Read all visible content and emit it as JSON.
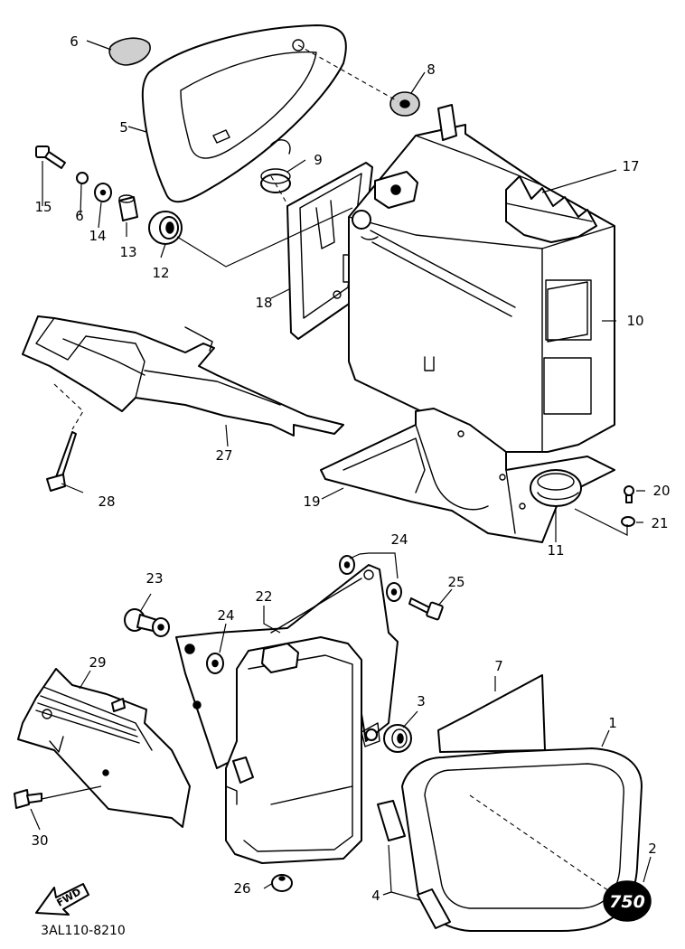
{
  "diagram": {
    "labels": {
      "p1": "1",
      "p2": "2",
      "p3": "3",
      "p4": "4",
      "p5": "5",
      "p6a": "6",
      "p6b": "6",
      "p7": "7",
      "p8": "8",
      "p9": "9",
      "p10": "10",
      "p11": "11",
      "p12": "12",
      "p13": "13",
      "p14": "14",
      "p15": "15",
      "p17": "17",
      "p18": "18",
      "p19": "19",
      "p20": "20",
      "p21": "21",
      "p22": "22",
      "p23": "23",
      "p24a": "24",
      "p24b": "24",
      "p25": "25",
      "p26": "26",
      "p27": "27",
      "p28": "28",
      "p29": "29",
      "p30": "30"
    },
    "fwd_label": "FWD",
    "emblem_label": "750",
    "ref_code": "3AL110-8210"
  }
}
